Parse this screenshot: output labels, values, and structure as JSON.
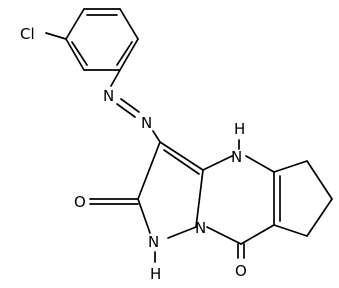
{
  "molecule": {
    "atom_labels": {
      "cl": "Cl",
      "n_azo_upper": "N",
      "n_azo_lower": "N",
      "n4_n": "N",
      "n4_h": "H",
      "n1_n": "N",
      "n1_h": "H",
      "n_bridge": "N",
      "o_left": "O",
      "o_right": "O"
    },
    "colors": {
      "bond": "#000000",
      "label": "#000000",
      "background": "#ffffff"
    }
  }
}
